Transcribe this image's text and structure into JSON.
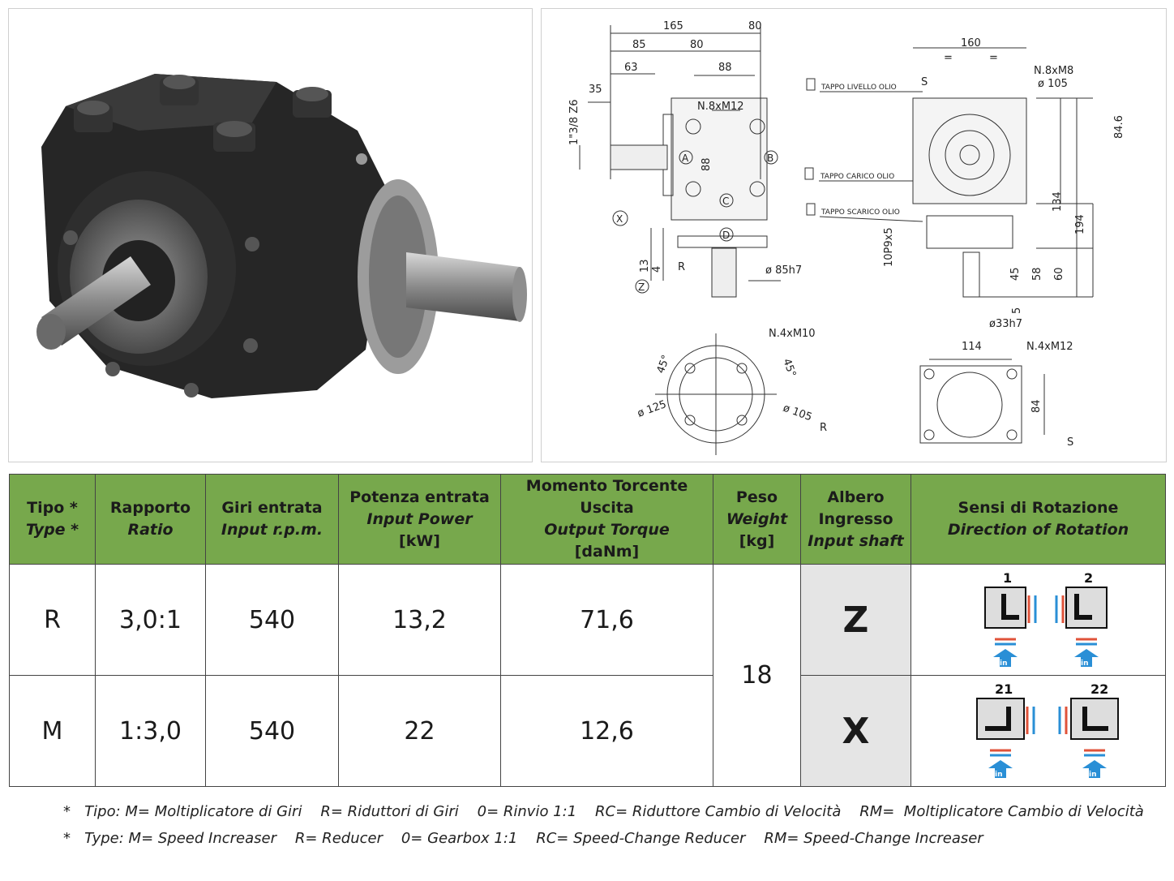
{
  "drawing": {
    "dims_top": [
      "165",
      "80",
      "85",
      "80",
      "63",
      "88",
      "35"
    ],
    "thread": "1\"3/8 Z6",
    "nut_front": "N.8xM12",
    "height_88": "88",
    "labels_abcd": [
      "A",
      "B",
      "C",
      "D"
    ],
    "view_x": "X",
    "view_z": "Z",
    "dims_bottom_left": [
      "13",
      "4",
      "R"
    ],
    "shaft_dia": "ø 85h7",
    "plugs": [
      "TAPPO LIVELLO OLIO",
      "TAPPO CARICO OLIO",
      "TAPPO SCARICO OLIO"
    ],
    "side": {
      "width": "160",
      "eq": "=",
      "s": "S",
      "bolts": "N.8xM8",
      "pcd": "ø 105",
      "h1": "84.6",
      "h2": "134",
      "h3": "194",
      "key": "10P9x5",
      "d45": "45",
      "d58": "58",
      "d60": "60",
      "d5": "5",
      "shaft": "ø33h7"
    },
    "flange": {
      "bolts": "N.4xM10",
      "a1": "45°",
      "a2": "45°",
      "d125": "ø 125",
      "d105": "ø 105",
      "r": "R"
    },
    "base": {
      "w": "114",
      "bolts": "N.4xM12",
      "h": "84",
      "s": "S"
    }
  },
  "table": {
    "headers": [
      {
        "lines": [
          "Tipo *"
        ],
        "italic": [
          "Type *"
        ]
      },
      {
        "lines": [
          "Rapporto"
        ],
        "italic": [
          "Ratio"
        ]
      },
      {
        "lines": [
          "Giri entrata"
        ],
        "italic": [
          "Input r.p.m."
        ]
      },
      {
        "lines": [
          "Potenza entrata"
        ],
        "italic": [
          "Input Power"
        ],
        "unit": "[kW]"
      },
      {
        "lines": [
          "Momento Torcente",
          "Uscita"
        ],
        "italic": [
          "Output Torque"
        ],
        "unit": "[daNm]"
      },
      {
        "lines": [
          "Peso"
        ],
        "italic": [
          "Weight"
        ],
        "unit": "[kg]"
      },
      {
        "lines": [
          "Albero",
          "Ingresso"
        ],
        "italic": [
          "Input shaft"
        ]
      },
      {
        "lines": [
          "Sensi di Rotazione"
        ],
        "italic": [
          "Direction of Rotation"
        ]
      }
    ],
    "rows": [
      {
        "type": "R",
        "ratio": "3,0:1",
        "rpm": "540",
        "power": "13,2",
        "torque": "71,6",
        "shaft": "Z",
        "rot_a": "1",
        "rot_b": "2"
      },
      {
        "type": "M",
        "ratio": "1:3,0",
        "rpm": "540",
        "power": "22",
        "torque": "12,6",
        "shaft": "X",
        "rot_a": "21",
        "rot_b": "22"
      }
    ],
    "weight": "18",
    "in_label": "in"
  },
  "notes": {
    "it": "*   Tipo: M= Moltiplicatore di Giri    R= Riduttori di Giri    0= Rinvio 1:1    RC= Riduttore Cambio di Velocità    RM=  Moltiplicatore Cambio di Velocità",
    "en": "*   Type: M= Speed Increaser    R= Reducer    0= Gearbox 1:1    RC= Speed-Change Reducer    RM= Speed-Change Increaser"
  },
  "colors": {
    "header_green": "#77a84c",
    "shaft_gray": "#e5e5e5",
    "arrow_blue": "#2a8fd6",
    "arrow_red": "#e0533a"
  }
}
